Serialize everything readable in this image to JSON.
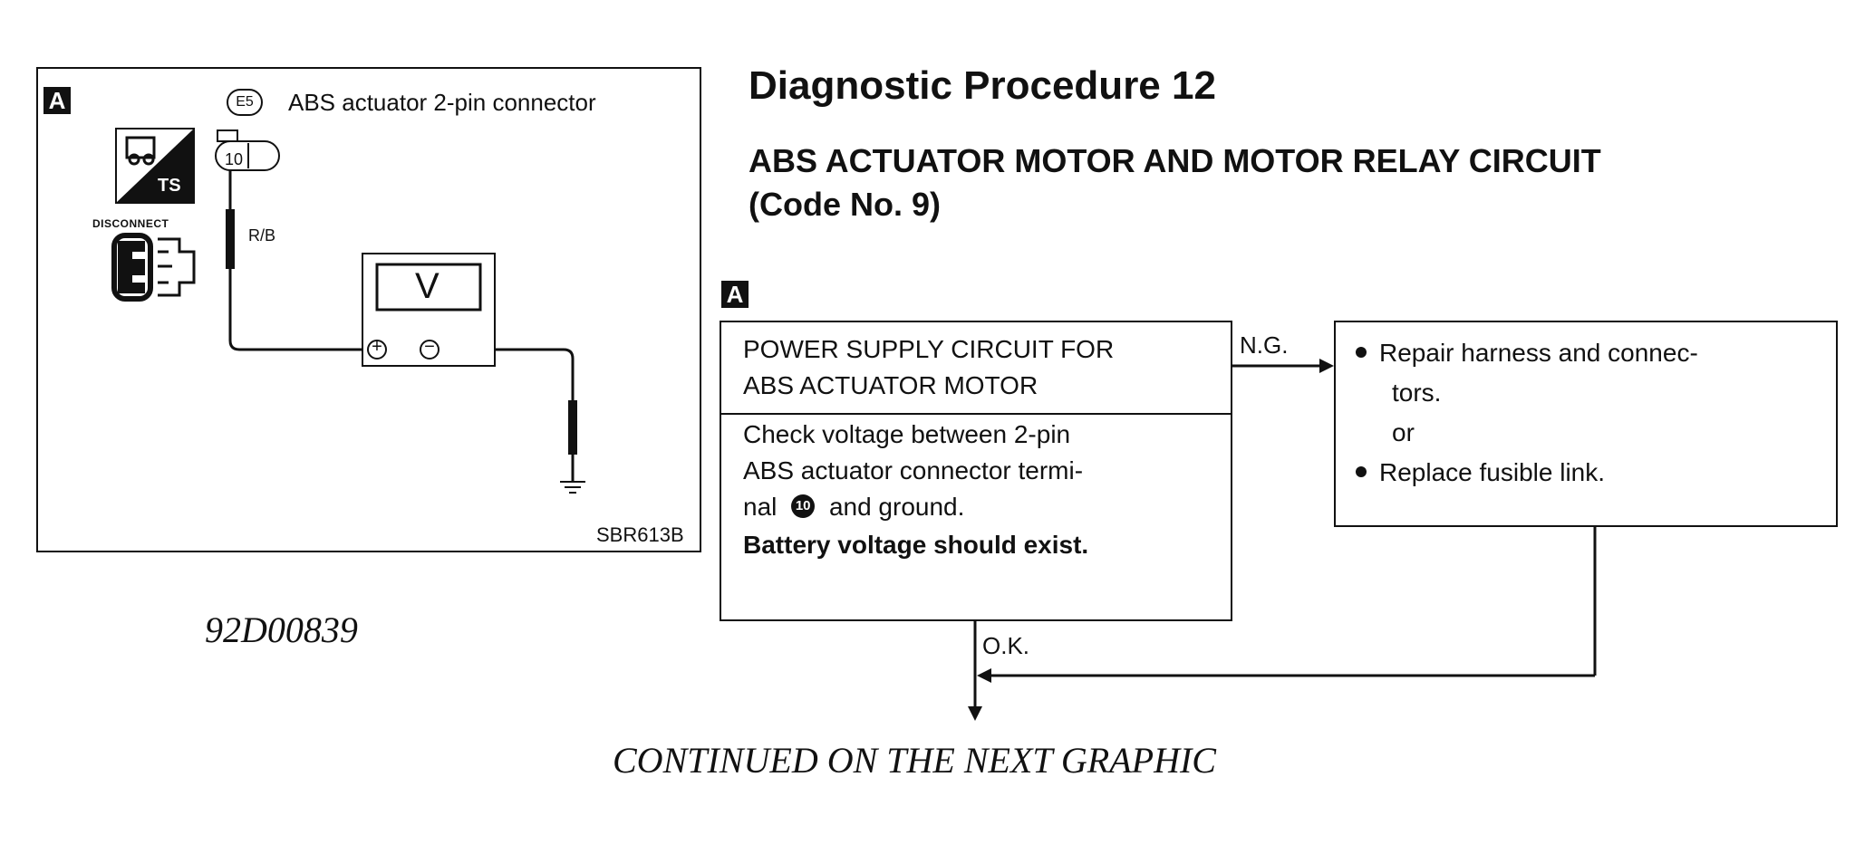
{
  "illustration": {
    "tag": "A",
    "connector_code": "E5",
    "connector_label": "ABS actuator 2-pin connector",
    "terminal": "10",
    "wire_color": "R/B",
    "meter_symbol": "V",
    "plus_symbol": "+",
    "minus_symbol": "−",
    "ts_label": "TS",
    "disconnect_label": "DISCONNECT",
    "figure_code": "SBR613B"
  },
  "doc_id": "92D00839",
  "title": "Diagnostic Procedure 12",
  "subtitle": [
    "ABS ACTUATOR MOTOR AND MOTOR RELAY CIRCUIT",
    "(Code No. 9)"
  ],
  "flow": {
    "tag": "A",
    "step_title": [
      "POWER SUPPLY CIRCUIT FOR",
      "ABS ACTUATOR MOTOR"
    ],
    "step_body": [
      "Check voltage between 2-pin",
      "ABS actuator connector termi-",
      "and ground."
    ],
    "step_body_prefix": "nal",
    "terminal_ref": "10",
    "step_result": "Battery voltage should exist.",
    "ng_label": "N.G.",
    "ok_label": "O.K.",
    "ng_items": [
      "Repair harness and connec-",
      "tors.",
      "or",
      "Replace fusible link."
    ]
  },
  "continued": "CONTINUED ON THE  NEXT GRAPHIC"
}
